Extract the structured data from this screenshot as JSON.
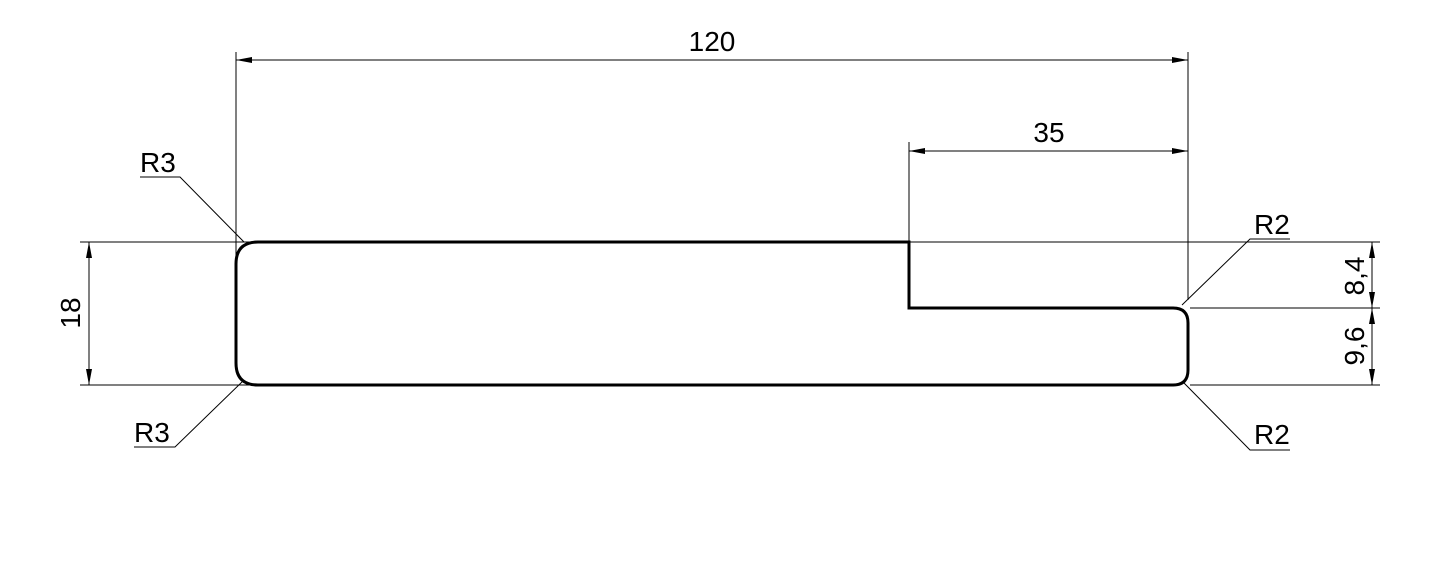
{
  "dimensions": {
    "overall_width": "120",
    "rebate_width": "35",
    "overall_thickness": "18",
    "rebate_depth": "8,4",
    "lip_thickness": "9,6"
  },
  "radii": {
    "top_left": "R3",
    "bottom_left": "R3",
    "top_right": "R2",
    "bottom_right": "R2"
  },
  "colors": {
    "line": "#000000",
    "background": "#ffffff"
  }
}
